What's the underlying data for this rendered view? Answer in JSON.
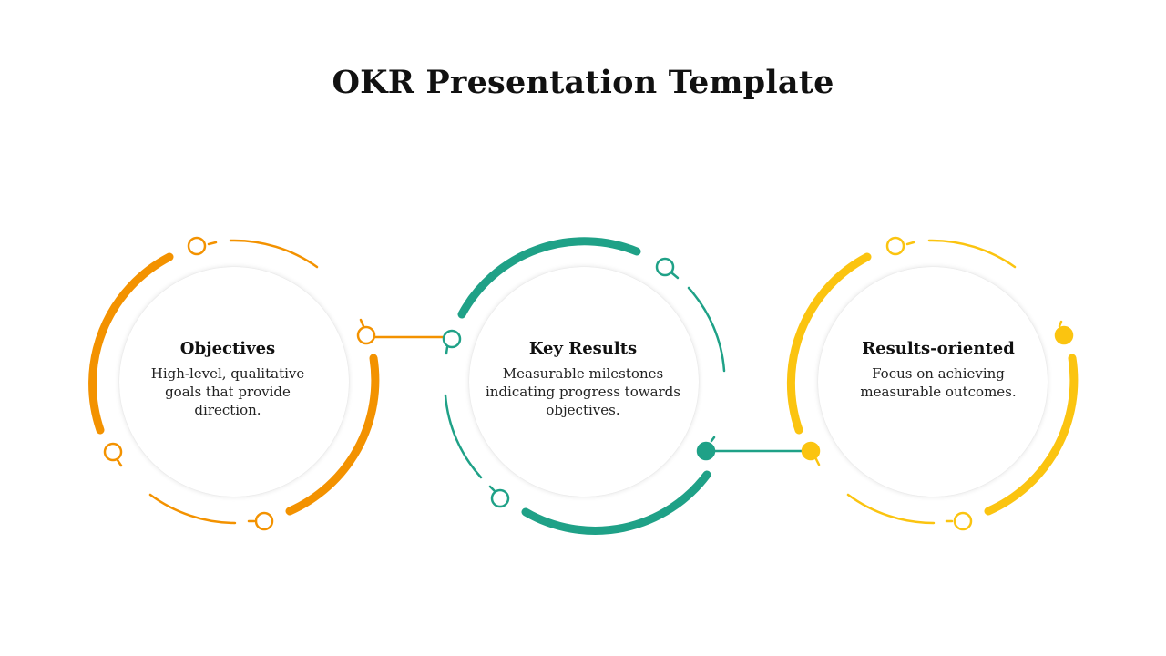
{
  "title": "OKR Presentation Template",
  "colors": {
    "orange": "#F39200",
    "green": "#1FA187",
    "yellow": "#FBC410",
    "shadow": "#e0e0e0"
  },
  "nodes": [
    {
      "heading": "Objectives",
      "description": "High-level, qualitative goals that provide direction.",
      "color": "orange"
    },
    {
      "heading": "Key Results",
      "description": "Measurable milestones indicating progress towards objectives.",
      "color": "green"
    },
    {
      "heading": "Results-oriented",
      "description": "Focus on achieving measurable outcomes.",
      "color": "yellow"
    }
  ]
}
